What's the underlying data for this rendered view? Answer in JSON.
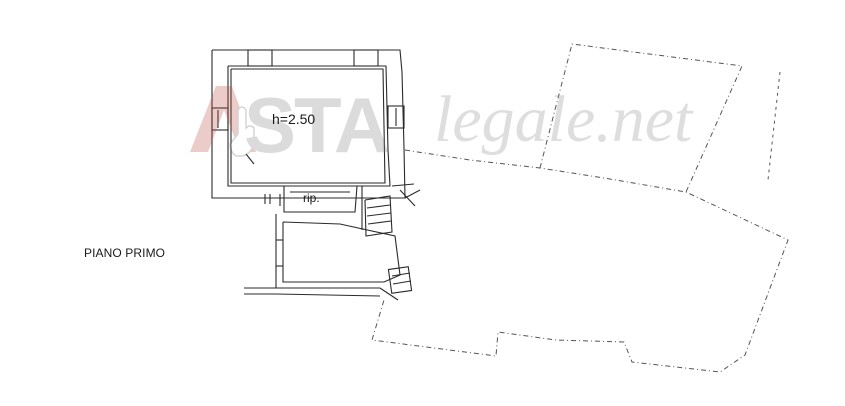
{
  "labels": {
    "floor": "PIANO PRIMO",
    "room_height": "h=2.50",
    "storage": "rip."
  },
  "watermark": {
    "brand_a": "STA",
    "brand_b": "legale.net",
    "color_a": "#c0392b"
  },
  "colors": {
    "line": "#2a2a2a",
    "dash": "#555555"
  }
}
